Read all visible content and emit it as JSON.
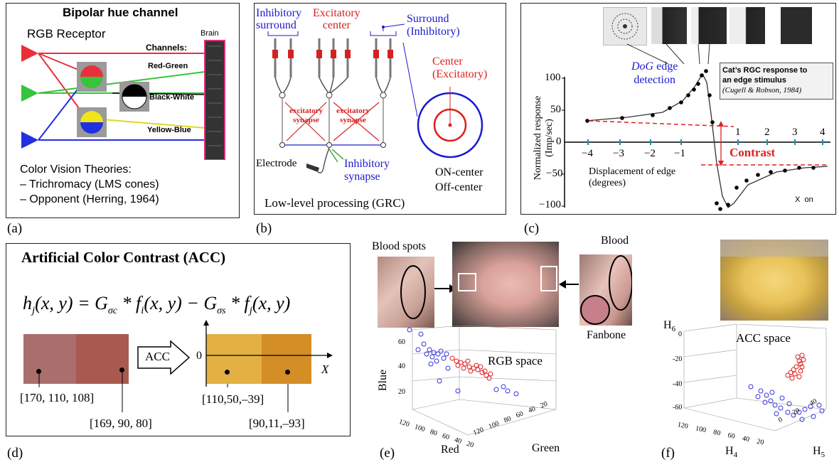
{
  "panel_a": {
    "title": "Bipolar hue channel",
    "receptor_label": "RGB Receptor",
    "brain_label": "Brain",
    "channels_label": "Channels:",
    "channels": [
      "Red-Green",
      "Black-White",
      "Yellow-Blue"
    ],
    "theories_title": "Color Vision Theories:",
    "theories": [
      "– Trichromacy (LMS cones)",
      "– Opponent (Herring, 1964)"
    ],
    "tag": "(a)"
  },
  "panel_b": {
    "inhibitory_surround": [
      "Inhibitory",
      "surround"
    ],
    "excitatory_center": [
      "Excitatory",
      "center"
    ],
    "surround_inhibitory": [
      "Surround",
      "(Inhibitory)"
    ],
    "center_excitatory": [
      "Center",
      "(Excitatory)"
    ],
    "excitatory_synapse": [
      "excitatory",
      "synapse"
    ],
    "electrode": "Electrode",
    "inhibitory_synapse": [
      "Inhibitory",
      "synapse"
    ],
    "on_center": "ON-center",
    "off_center": "Off-center",
    "caption": "Low-level processing (GRC)",
    "tag": "(b)"
  },
  "panel_c": {
    "dog_label": [
      "DoG edge",
      "detection"
    ],
    "dog_italic": "DoG",
    "dog_rest": " edge",
    "cat_box": [
      "Cat’s RGC response to",
      "an edge stimulus"
    ],
    "cat_cite": "(Cugell & Robson, 1984)",
    "ylabel": [
      "Normalized response",
      "(Imp/sec)"
    ],
    "xlabel": [
      "Displacement of edge",
      "(degrees)"
    ],
    "contrast": "Contrast",
    "x_on": "X  on",
    "x_ticks_neg": [
      "−4",
      "−3",
      "−2",
      "−1"
    ],
    "x_ticks_pos": [
      "1",
      "2",
      "3",
      "4"
    ],
    "y_ticks": [
      "100",
      "50",
      "0",
      "−50",
      "−100"
    ],
    "tag": "(c)"
  },
  "panel_d": {
    "title": "Artificial Color Contrast (ACC)",
    "acc": "ACC",
    "zero": "0",
    "x_axis": "X",
    "values": [
      "[170, 110, 108]",
      "[169, 90, 80]",
      "[110,50,–39]",
      "[90,11,–93]"
    ],
    "colors": {
      "left1": "#aa6e6c",
      "left2": "#a95a50",
      "right1": "#e3b044",
      "right2": "#d48e26"
    },
    "tag": "(d)"
  },
  "panel_e": {
    "blood_spots": "Blood spots",
    "blood": "Blood",
    "fanbone": "Fanbone",
    "space": "RGB space",
    "axis_blue": "Blue",
    "axis_red": "Red",
    "axis_green": "Green",
    "blue_ticks": [
      "60",
      "40",
      "20"
    ],
    "red_ticks": [
      "120",
      "100",
      "80",
      "60",
      "40",
      "20"
    ],
    "green_ticks": [
      "20",
      "40",
      "60",
      "80",
      "100",
      "120"
    ],
    "tag": "(e)"
  },
  "panel_f": {
    "space": "ACC space",
    "h6": "H",
    "h6_sub": "6",
    "h4": "H",
    "h4_sub": "4",
    "h5": "H",
    "h5_sub": "5",
    "z_ticks": [
      "0",
      "-20",
      "-40",
      "-60"
    ],
    "x_ticks": [
      "120",
      "100",
      "80",
      "60",
      "40",
      "20"
    ],
    "y_ticks": [
      "0",
      "20",
      "40"
    ],
    "tag": "(f)"
  }
}
